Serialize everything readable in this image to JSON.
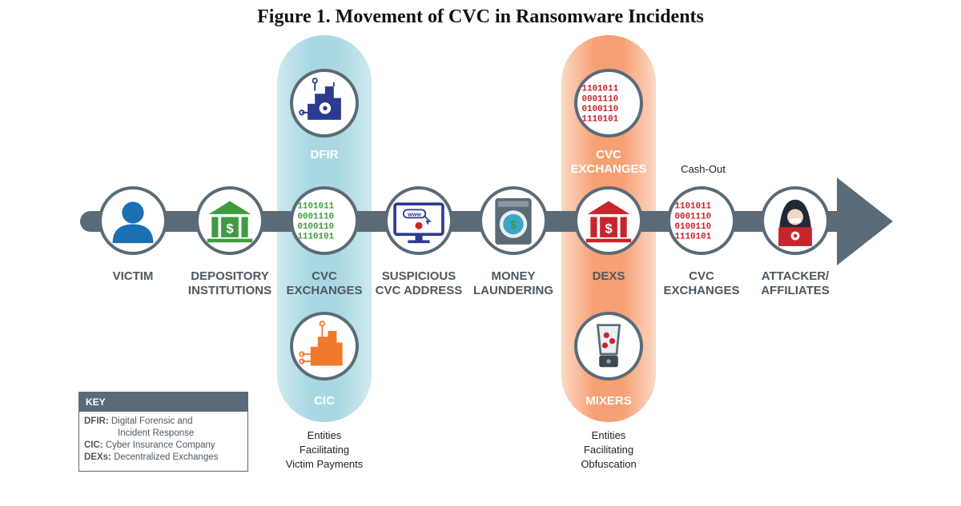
{
  "title": "Figure 1. Movement of CVC in Ransomware Incidents",
  "nodes": [
    {
      "id": "victim",
      "label_1": "VICTIM",
      "label_2": ""
    },
    {
      "id": "depository",
      "label_1": "DEPOSITORY",
      "label_2": "INSTITUTIONS"
    },
    {
      "id": "cvc1",
      "label_1": "CVC",
      "label_2": "EXCHANGES"
    },
    {
      "id": "suspicious",
      "label_1": "SUSPICIOUS",
      "label_2": "CVC ADDRESS"
    },
    {
      "id": "money",
      "label_1": "MONEY",
      "label_2": "LAUNDERING"
    },
    {
      "id": "dexs",
      "label_1": "DEXS",
      "label_2": ""
    },
    {
      "id": "cvc2",
      "label_1": "CVC",
      "label_2": "EXCHANGES"
    },
    {
      "id": "attacker",
      "label_1": "ATTACKER/",
      "label_2": "AFFILIATES"
    }
  ],
  "top_nodes": {
    "dfir": "DFIR",
    "cvc_top_1": "CVC",
    "cvc_top_2": "EXCHANGES"
  },
  "bottom_nodes": {
    "cic": "CIC",
    "mixers": "MIXERS"
  },
  "cash_out": "Cash-Out",
  "notes": {
    "victim_payments": [
      "Entities",
      "Facilitating",
      "Victim Payments"
    ],
    "obfuscation": [
      "Entities",
      "Facilitating",
      "Obfuscation"
    ]
  },
  "icons": {
    "victim": "person-icon",
    "depository": "bank-icon",
    "cvc": "exchange-arrows-icon",
    "suspicious": "web-monitor-icon",
    "money": "washing-machine-icon",
    "dexs": "bank-icon",
    "attacker": "hacker-icon",
    "dfir": "biohazard-circuit-icon",
    "cic": "circuit-building-icon",
    "mixers": "blender-icon"
  },
  "colors": {
    "bar": "#5a6b77",
    "blue_pill": "#a9d8e3",
    "orange_pill": "#f7a074",
    "green": "#3f9b3f",
    "red": "#c8242c",
    "navy": "#2b3b8f",
    "orange": "#ef7a2e",
    "victim_blue": "#1b6fb3"
  },
  "key": {
    "heading": "KEY",
    "rows": [
      {
        "abbr": "DFIR:",
        "text_1": "Digital Forensic and",
        "text_2": "Incident Response"
      },
      {
        "abbr": "CIC:",
        "text_1": "Cyber Insurance Company",
        "text_2": ""
      },
      {
        "abbr": "DEXs:",
        "text_1": "Decentralized Exchanges",
        "text_2": ""
      }
    ]
  }
}
